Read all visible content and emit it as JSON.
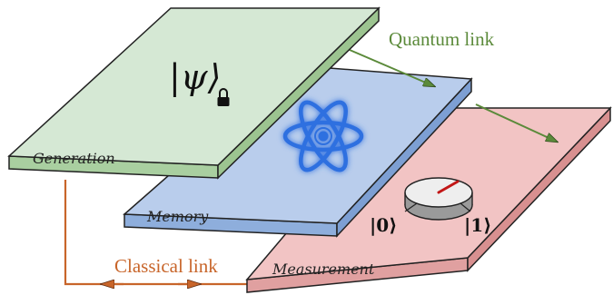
{
  "layers": {
    "generation": {
      "label": "Generation",
      "fill": "#d5e8d4",
      "edge": "#a9cfa0"
    },
    "memory": {
      "label": "Memory",
      "fill": "#b9cdec",
      "edge": "#8eaedc"
    },
    "measurement": {
      "label": "Measurement",
      "fill": "#f2c4c4",
      "edge": "#e0a0a0"
    }
  },
  "state": {
    "psi": "|ψ⟩",
    "ket0": "|0⟩",
    "ket1": "|1⟩"
  },
  "links": {
    "quantum": {
      "label": "Quantum link",
      "color": "#5b8a3a"
    },
    "classical": {
      "label": "Classical link",
      "color": "#c8652a"
    }
  },
  "icons": [
    "lock-icon",
    "atom-icon",
    "measurement-dial-icon"
  ],
  "colors": {
    "atom": "#2f6fe0",
    "needle": "#c21616"
  }
}
